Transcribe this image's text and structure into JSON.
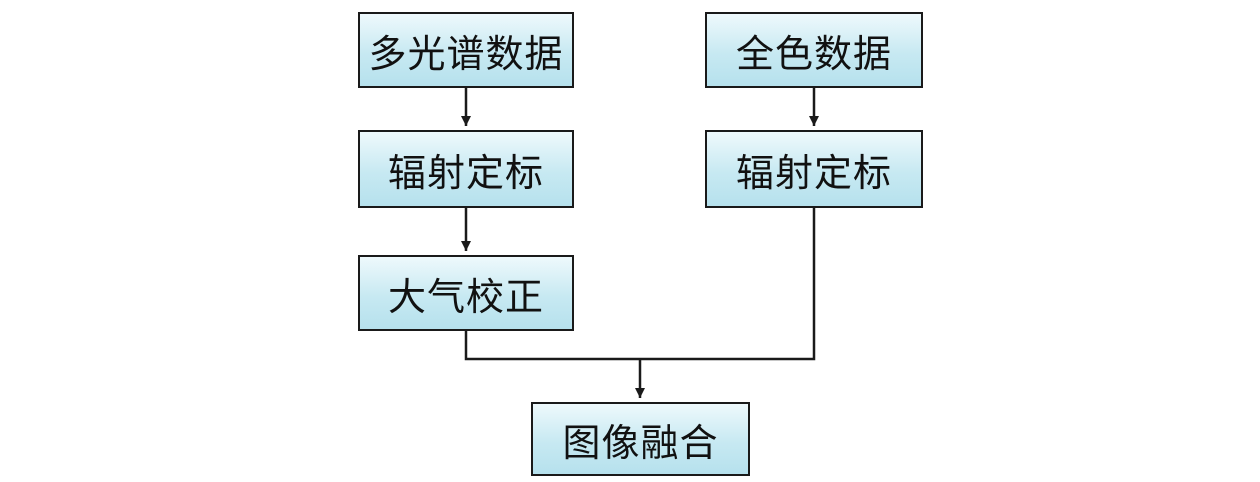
{
  "diagram": {
    "nodes": {
      "multispectral_data": "多光谱数据",
      "pan_data": "全色数据",
      "radiometric_calibration_left": "辐射定标",
      "radiometric_calibration_right": "辐射定标",
      "atmospheric_correction": "大气校正",
      "image_fusion": "图像融合"
    },
    "edges": [
      {
        "from": "multispectral_data",
        "to": "radiometric_calibration_left"
      },
      {
        "from": "radiometric_calibration_left",
        "to": "atmospheric_correction"
      },
      {
        "from": "pan_data",
        "to": "radiometric_calibration_right"
      },
      {
        "from": "atmospheric_correction",
        "to": "image_fusion"
      },
      {
        "from": "radiometric_calibration_right",
        "to": "image_fusion"
      }
    ],
    "colors": {
      "box_fill_top": "#eef9fc",
      "box_fill_bottom": "#b6e1ed",
      "border": "#1a1a1a",
      "line": "#1a1a1a",
      "text": "#111111"
    }
  }
}
